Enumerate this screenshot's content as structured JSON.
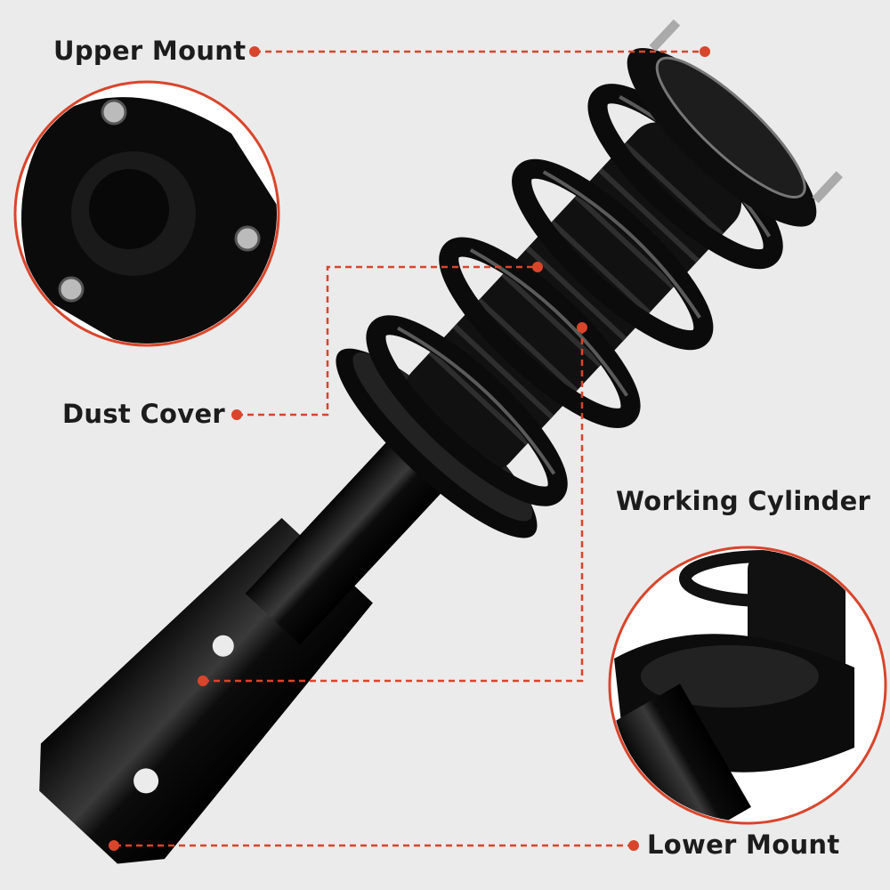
{
  "labels": {
    "upper_mount": "Upper Mount",
    "dust_cover": "Dust Cover",
    "working_cylinder": "Working Cylinder",
    "lower_mount": "Lower Mount"
  },
  "colors": {
    "accent": "#d9452b",
    "background": "#ebebeb",
    "part": "#111111"
  }
}
